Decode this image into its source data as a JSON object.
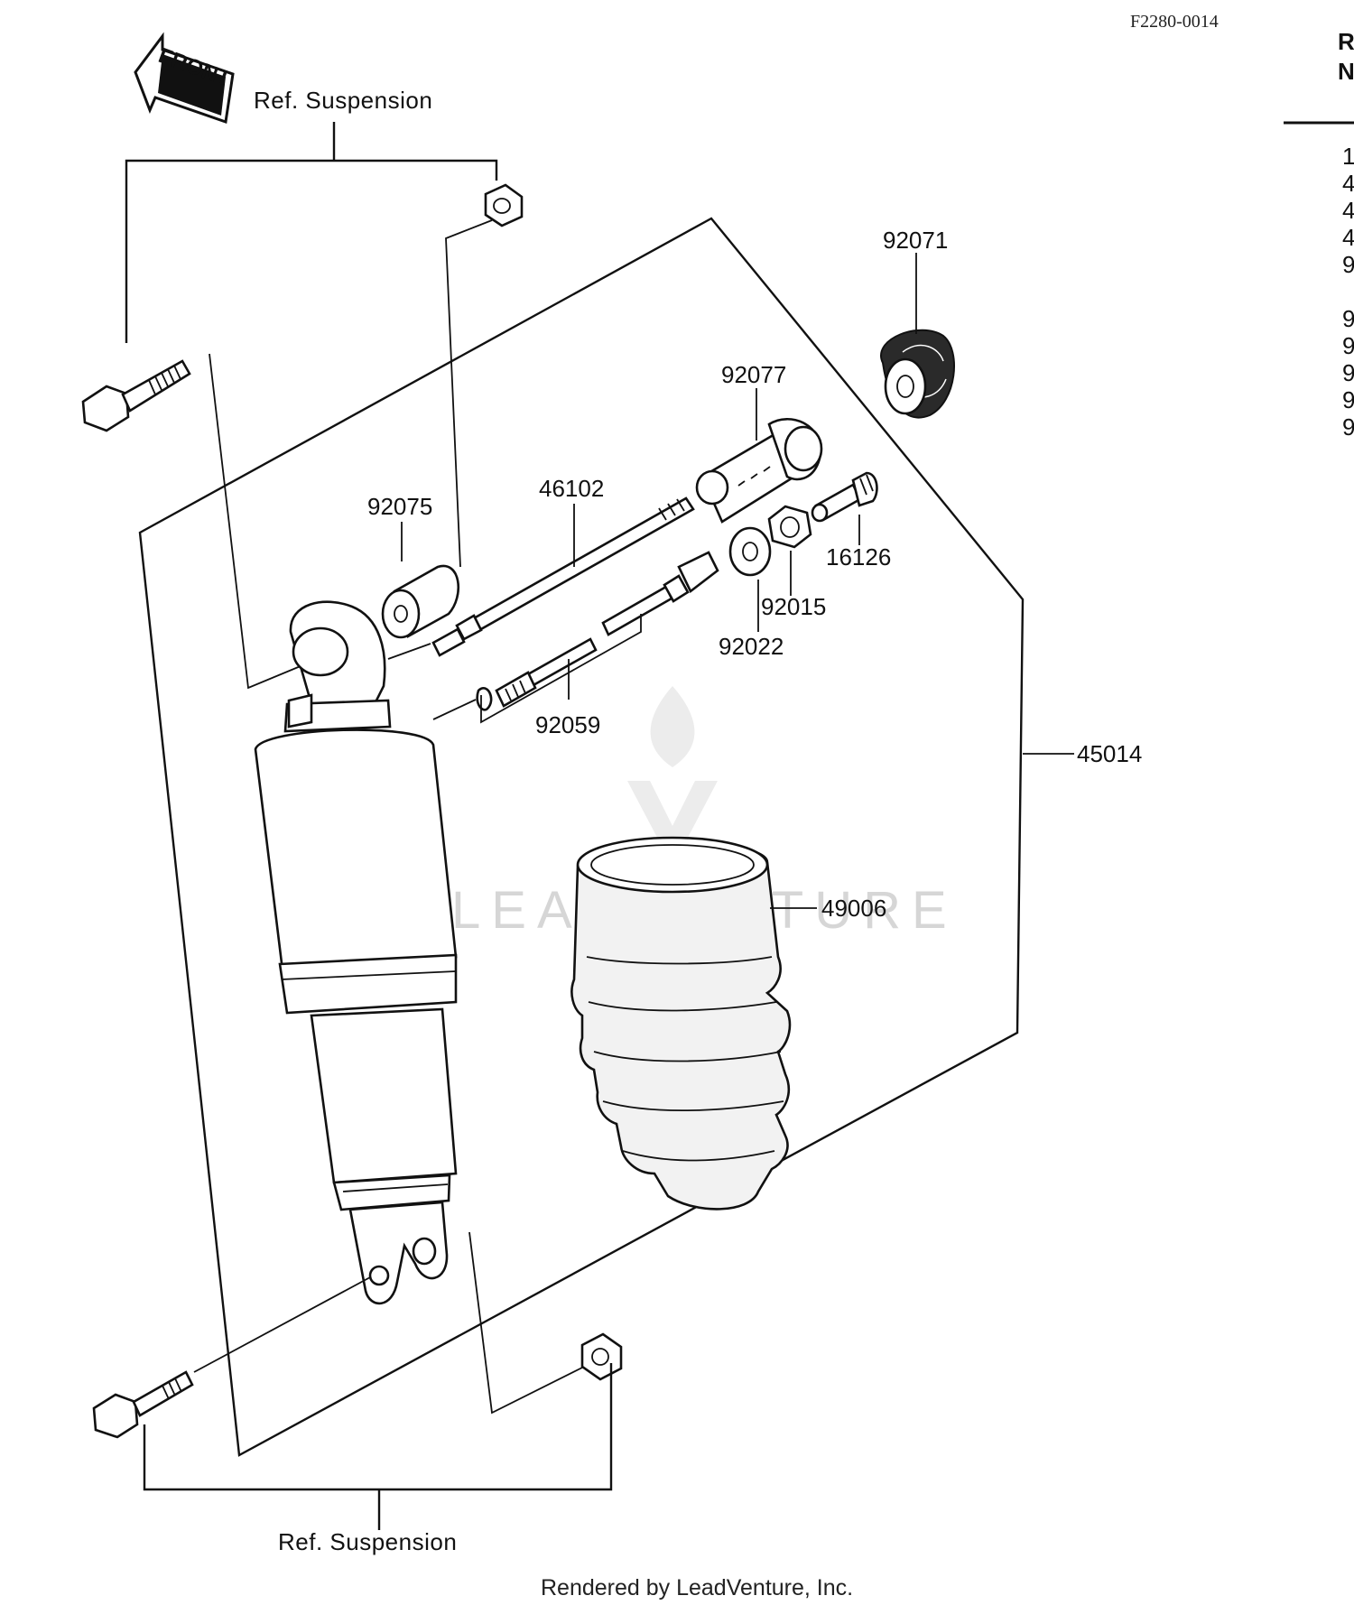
{
  "diagram_code": "F2280-0014",
  "front_arrow_label": "FRONT",
  "ref_top": "Ref. Suspension",
  "ref_bottom": "Ref. Suspension",
  "watermark": "LEADVENTURE",
  "credit": "Rendered by LeadVenture, Inc.",
  "part_labels": {
    "p92071": "92071",
    "p92077": "92077",
    "p46102": "46102",
    "p92075": "92075",
    "p16126": "16126",
    "p92015": "92015",
    "p92022": "92022",
    "p92059": "92059",
    "p45014": "45014",
    "p49006": "49006"
  },
  "right_table": {
    "header_line1": "R",
    "header_line2": "N",
    "rows": [
      "1",
      "4",
      "4",
      "4",
      "9",
      "9",
      "9",
      "9",
      "9",
      "9"
    ]
  },
  "colors": {
    "ink": "#111111",
    "watermark": "#d6d6d6",
    "background": "#ffffff"
  }
}
